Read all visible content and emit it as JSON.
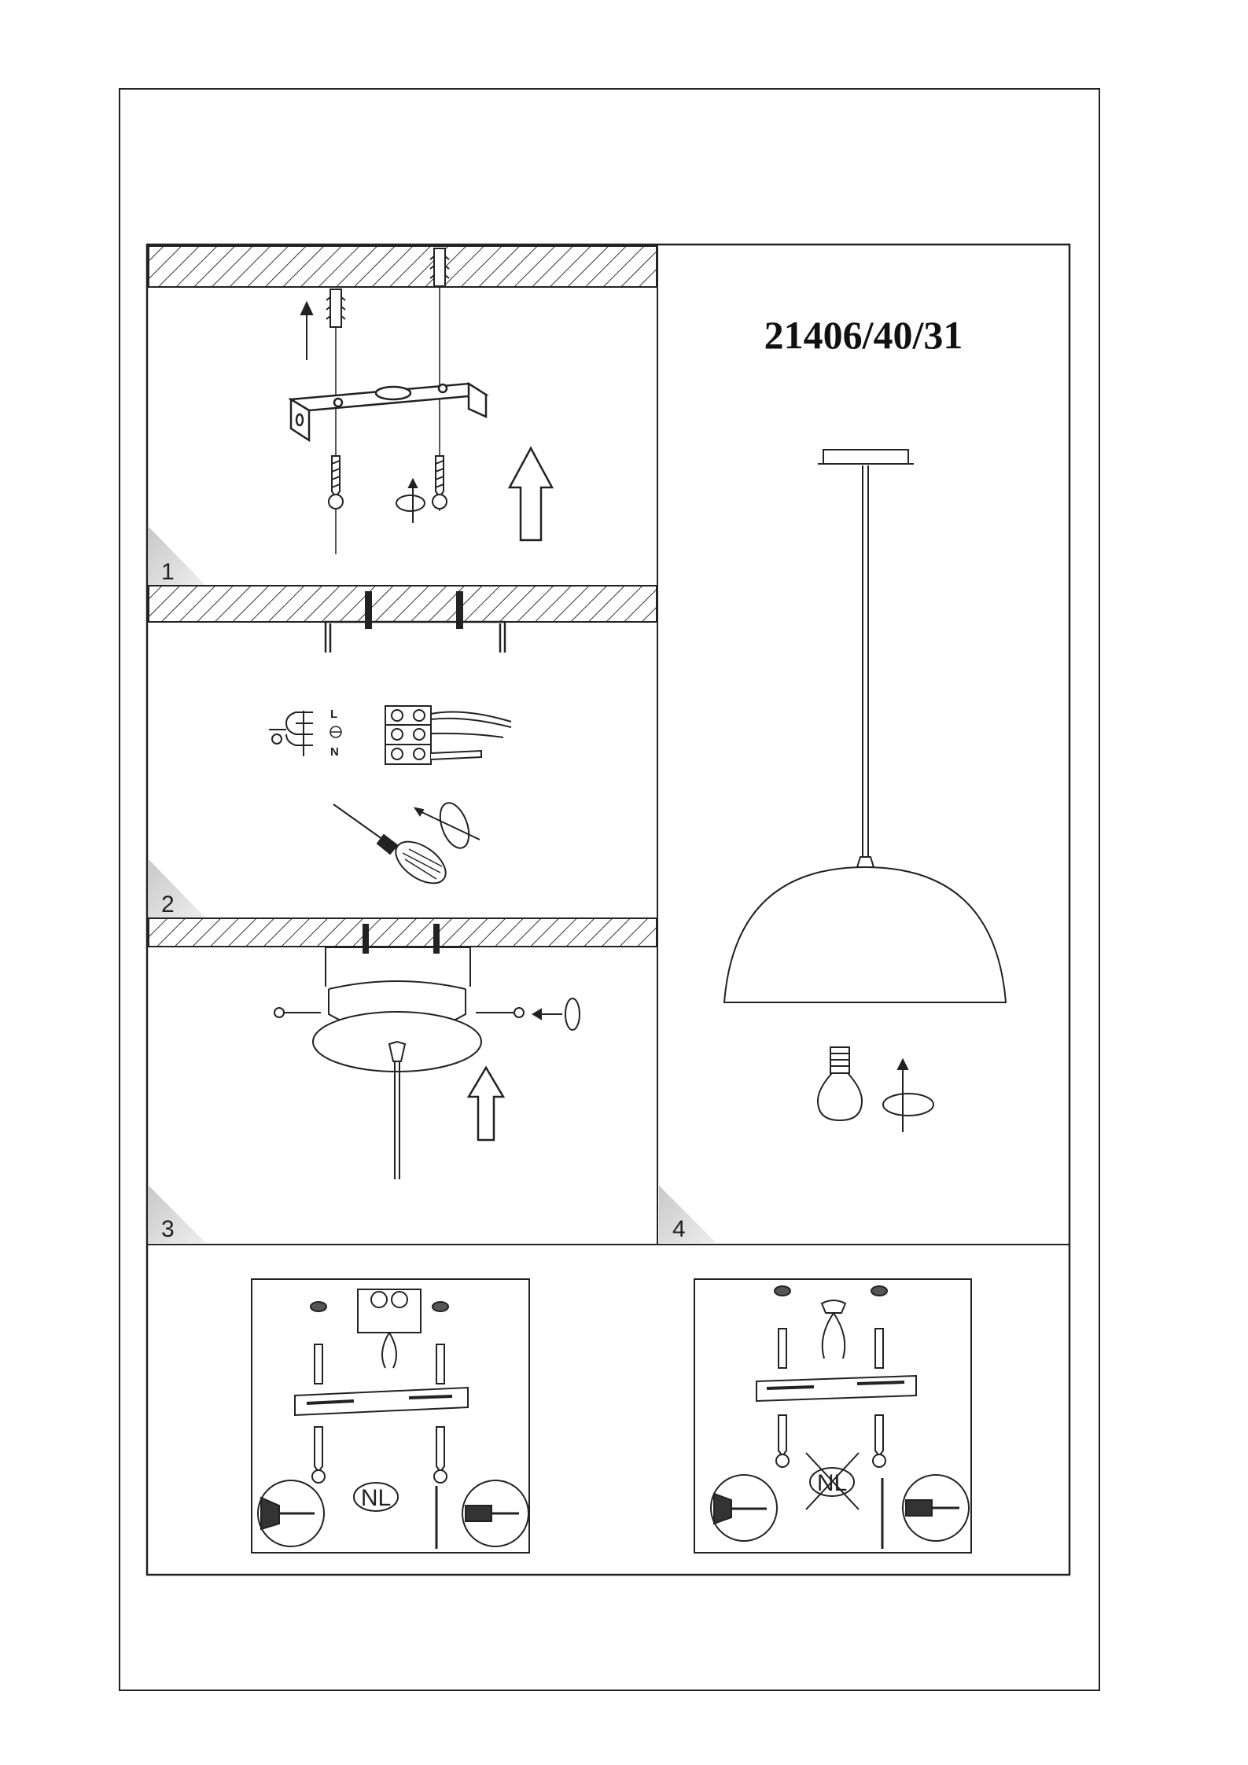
{
  "document": {
    "model_number": "21406/40/31"
  },
  "steps": [
    {
      "number": "1"
    },
    {
      "number": "2"
    },
    {
      "number": "3"
    },
    {
      "number": "4"
    }
  ],
  "wiring": {
    "label_l": "L",
    "label_n": "N"
  },
  "fixings": {
    "nl_label": "NL",
    "nl_crossed_label": "NL"
  },
  "icons": [
    "wall-plug-icon",
    "screw-icon",
    "arrow-up-icon",
    "rotate-icon",
    "screwdriver-icon",
    "light-bulb-icon",
    "terminal-block-icon",
    "earth-symbol-icon"
  ]
}
